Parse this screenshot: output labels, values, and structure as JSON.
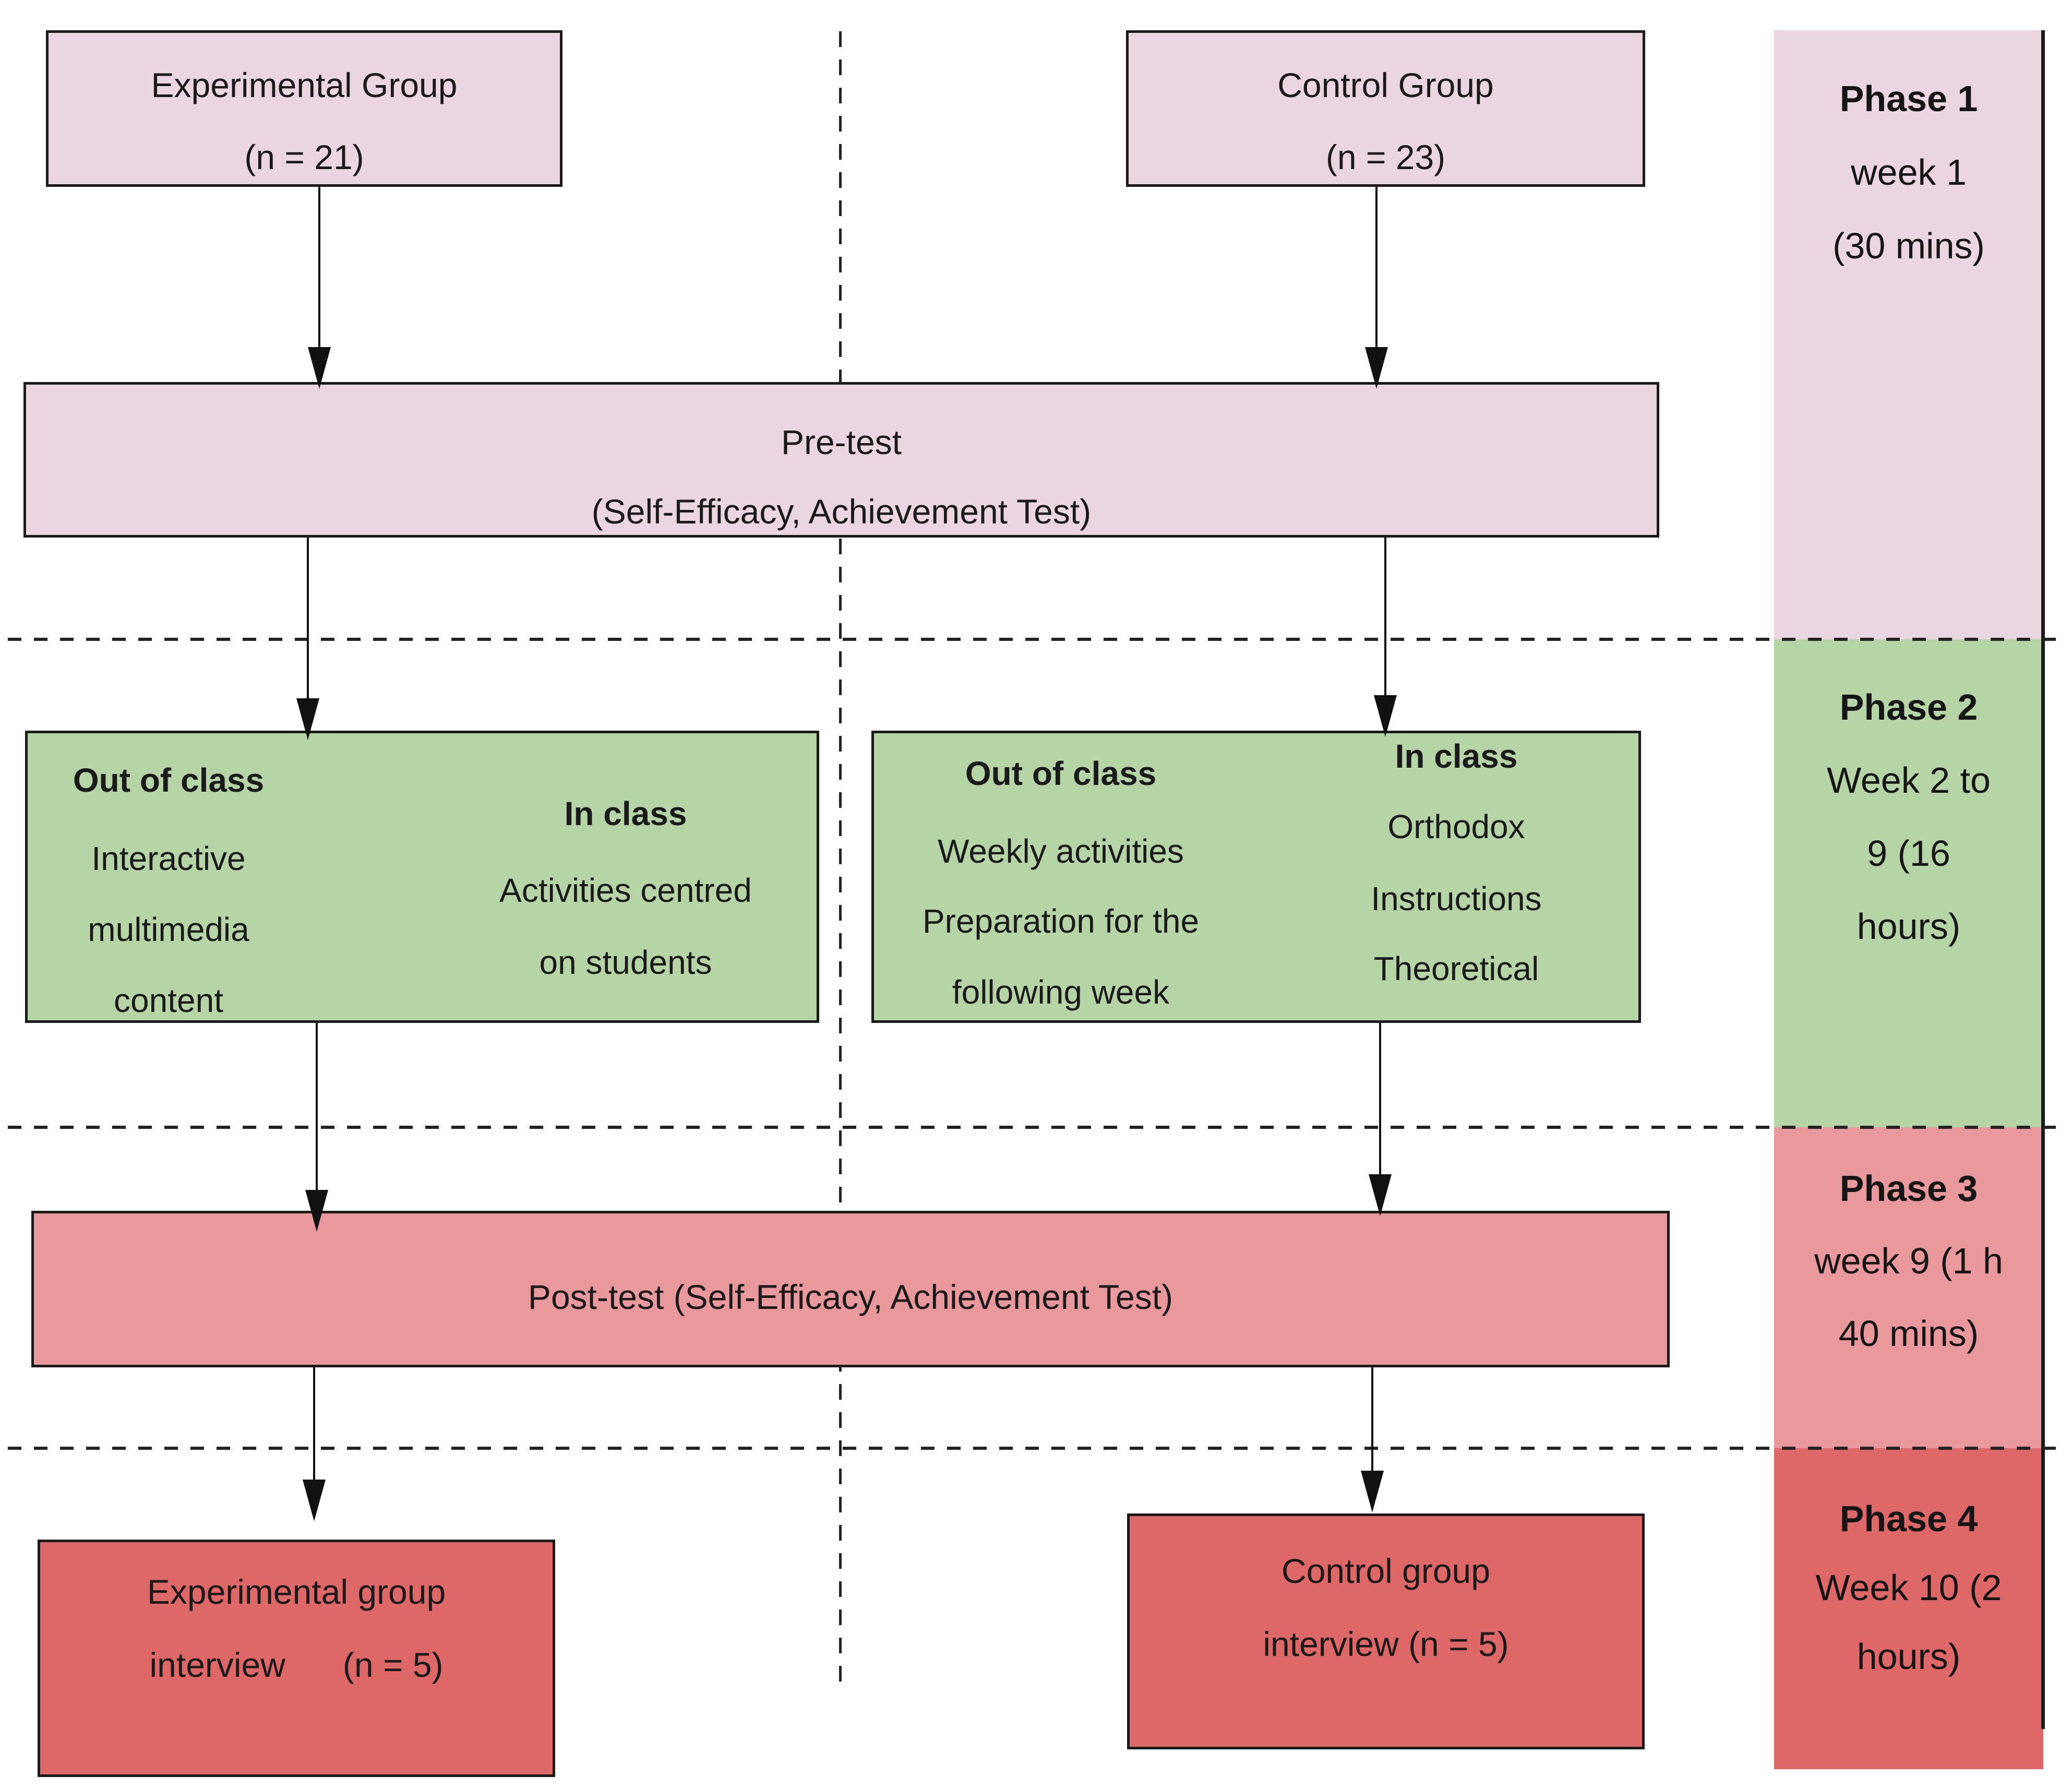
{
  "colors": {
    "pink": "#EBD5E0",
    "green": "#B5D5A7",
    "salmon": "#E9989B",
    "red": "#DE6767",
    "border": "#1a1a1a",
    "arrow": "#111111",
    "background": "#ffffff"
  },
  "nodes": {
    "experimental_group": {
      "lines": [
        "Experimental Group",
        "(n = 21)"
      ]
    },
    "control_group": {
      "lines": [
        "Control Group",
        "(n = 23)"
      ]
    },
    "pre_test": {
      "lines": [
        "Pre-test",
        "(Self-Efficacy, Achievement Test)"
      ]
    },
    "experimental_phase2": {
      "out_heading": "Out of class",
      "out_lines": [
        "Interactive",
        "multimedia",
        "content"
      ],
      "in_heading": "In class",
      "in_lines": [
        "Activities centred",
        "on students"
      ]
    },
    "control_phase2": {
      "out_heading": "Out of class",
      "out_lines": [
        "Weekly activities",
        "Preparation for the",
        "following week"
      ],
      "in_heading": "In class",
      "in_lines": [
        "Orthodox",
        "Instructions",
        "Theoretical"
      ]
    },
    "post_test": {
      "lines": [
        "Post-test (Self-Efficacy, Achievement Test)"
      ]
    },
    "experimental_interview": {
      "lines": [
        "Experimental group",
        "interview      (n = 5)"
      ]
    },
    "control_interview": {
      "lines": [
        "Control group",
        "interview (n = 5)"
      ]
    }
  },
  "phases": [
    {
      "label": "Phase 1",
      "lines": [
        "week 1",
        "(30 mins)"
      ]
    },
    {
      "label": "Phase 2",
      "lines": [
        "Week 2 to",
        "9 (16",
        "hours)"
      ]
    },
    {
      "label": "Phase 3",
      "lines": [
        "week 9 (1 h",
        "40 mins)"
      ]
    },
    {
      "label": "Phase 4",
      "lines": [
        "Week 10 (2",
        "hours)"
      ]
    }
  ]
}
